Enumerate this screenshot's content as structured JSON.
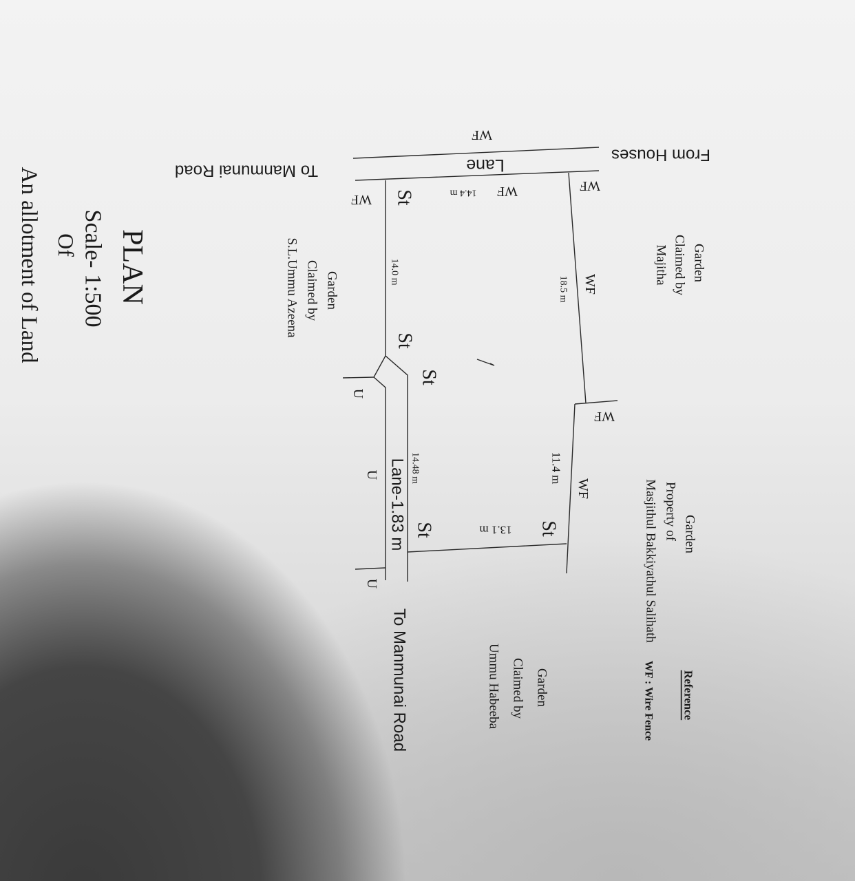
{
  "title": {
    "plan": "PLAN",
    "scale": "Scale- 1:500",
    "of": "Of",
    "subject": "An allotment of Land"
  },
  "roads": {
    "from_houses": "From Houses",
    "lane": "Lane",
    "to_road_top": "To Manmunai Road",
    "lane_width": "Lane-1.83 m",
    "to_road_bottom": "To Manmunai Road"
  },
  "neighbors": {
    "majitha": [
      "Garden",
      "Claimed by",
      "Majitha"
    ],
    "masjithul": [
      "Garden",
      "Property of",
      "Masjithul Bakkiyathul Salihath"
    ],
    "azeena": [
      "Garden",
      "Claimed by",
      "S.L.Ummu Azeena"
    ],
    "habeeba": [
      "Garden",
      "Claimed by",
      "Ummu Habeeba"
    ]
  },
  "boundaries": {
    "wf": "WF",
    "st": "St",
    "u": "U",
    "dim_14_4": "14.4 m",
    "dim_18_5": "18.5 m",
    "dim_14_0": "14.0 m",
    "dim_11_4": "11.4 m",
    "dim_13_1": "13.1 m",
    "dim_14_48": "14.48 m"
  },
  "reference": {
    "heading": "Reference",
    "wf_legend": "WF : Wire Fence"
  }
}
